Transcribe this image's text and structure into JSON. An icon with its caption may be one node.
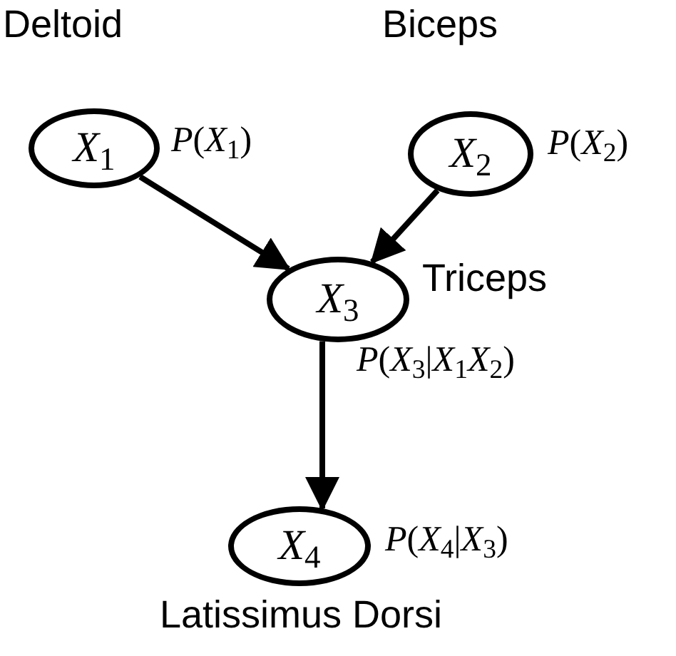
{
  "diagram": {
    "nodes": [
      {
        "text": [
          "Deltoid",
          "*X*$_{1}$"
        ],
        "beside": [
          "*P*(*X*$_{1}$)"
        ]
      },
      {
        "text": [
          "Biceps",
          "*X*$_{2}$"
        ],
        "beside": [
          "*P*(*X*$_{2}$)"
        ]
      },
      {
        "text": [
          "Triceps",
          "*X*$_{3}$"
        ],
        "beside": [
          "*P*(*X*$_{3}$|*X*$_{1}$*X*$_{2}$)"
        ]
      },
      {
        "text": [
          "*X*$_{4}$",
          "Latissimus Dorsi"
        ],
        "beside": [
          "*P*(*X*$_{4}$|*X*$_{3}$)"
        ]
      }
    ],
    "edges": [
      {
        "from": 0,
        "to": 2,
        "arrow": "to"
      },
      {
        "from": 1,
        "to": 2,
        "arrow": "to"
      },
      {
        "from": 2,
        "to": 3,
        "arrow": "to"
      }
    ]
  }
}
